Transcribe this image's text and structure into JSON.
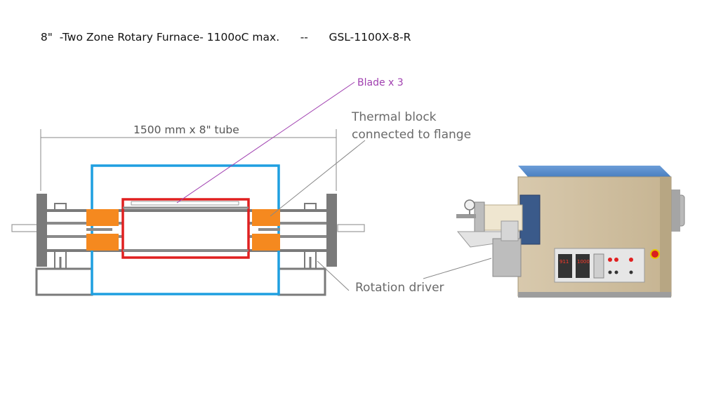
{
  "title": {
    "main": "8\"  -Two Zone Rotary Furnace- 1100oC max.",
    "separator": "--",
    "model": "GSL-1100X-8-R"
  },
  "callouts": {
    "tube_dimension": "1500 mm x 8\" tube",
    "blade": "Blade x 3",
    "thermal_block_line1": "Thermal block",
    "thermal_block_line2": "connected to flange",
    "rotation_driver": "Rotation driver"
  },
  "photo": {
    "display_left": "911",
    "display_right": "1000"
  },
  "colors": {
    "furnace_body": "#1e9fe0",
    "heating_zone": "#e02020",
    "thermal_block": "#f5891f",
    "frame_gray": "#7a7a7a",
    "blade_leader": "#a040b0",
    "blade_label": "#a040b0",
    "callout_gray": "#6a6a6a"
  }
}
